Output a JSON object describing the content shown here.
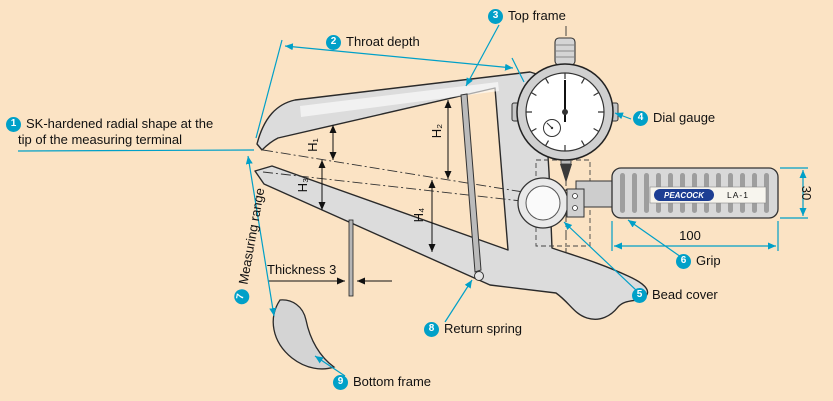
{
  "colors": {
    "background": "#fbe3c4",
    "accent": "#00a0c8",
    "metal": "#dcdcdc",
    "brand_blue": "#1d3e93"
  },
  "callouts": {
    "c1": {
      "num": "1",
      "line1": "SK-hardened radial shape at the",
      "line2": "tip of the measuring terminal"
    },
    "c2": {
      "num": "2",
      "label": "Throat depth"
    },
    "c3": {
      "num": "3",
      "label": "Top frame"
    },
    "c4": {
      "num": "4",
      "label": "Dial gauge"
    },
    "c5": {
      "num": "5",
      "label": "Bead cover"
    },
    "c6": {
      "num": "6",
      "label": "Grip"
    },
    "c7": {
      "num": "7",
      "label": "Measuring range"
    },
    "c8": {
      "num": "8",
      "label": "Return spring"
    },
    "c9": {
      "num": "9",
      "label": "Bottom frame"
    }
  },
  "dimensions": {
    "h1": "H₁",
    "h2": "H₂",
    "h3": "H₃",
    "h4": "H₄",
    "thickness_label": "Thickness 3",
    "grip_length": "100",
    "grip_diameter": "30"
  },
  "brand": {
    "maker": "PEACOCK",
    "model": "LA-1"
  }
}
